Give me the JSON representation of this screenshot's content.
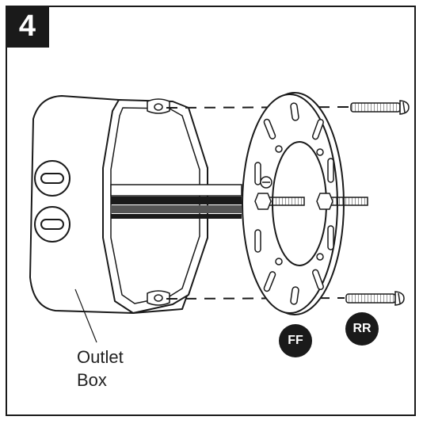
{
  "step": {
    "number": "4"
  },
  "labels": {
    "outlet_box_line1": "Outlet",
    "outlet_box_line2": "Box",
    "ff": "FF",
    "rr": "RR"
  },
  "colors": {
    "ink": "#1a1a1a",
    "background": "#ffffff"
  },
  "icons": [
    "outlet-box-icon",
    "mounting-bracket-icon",
    "screw-icon",
    "stud-icon"
  ]
}
